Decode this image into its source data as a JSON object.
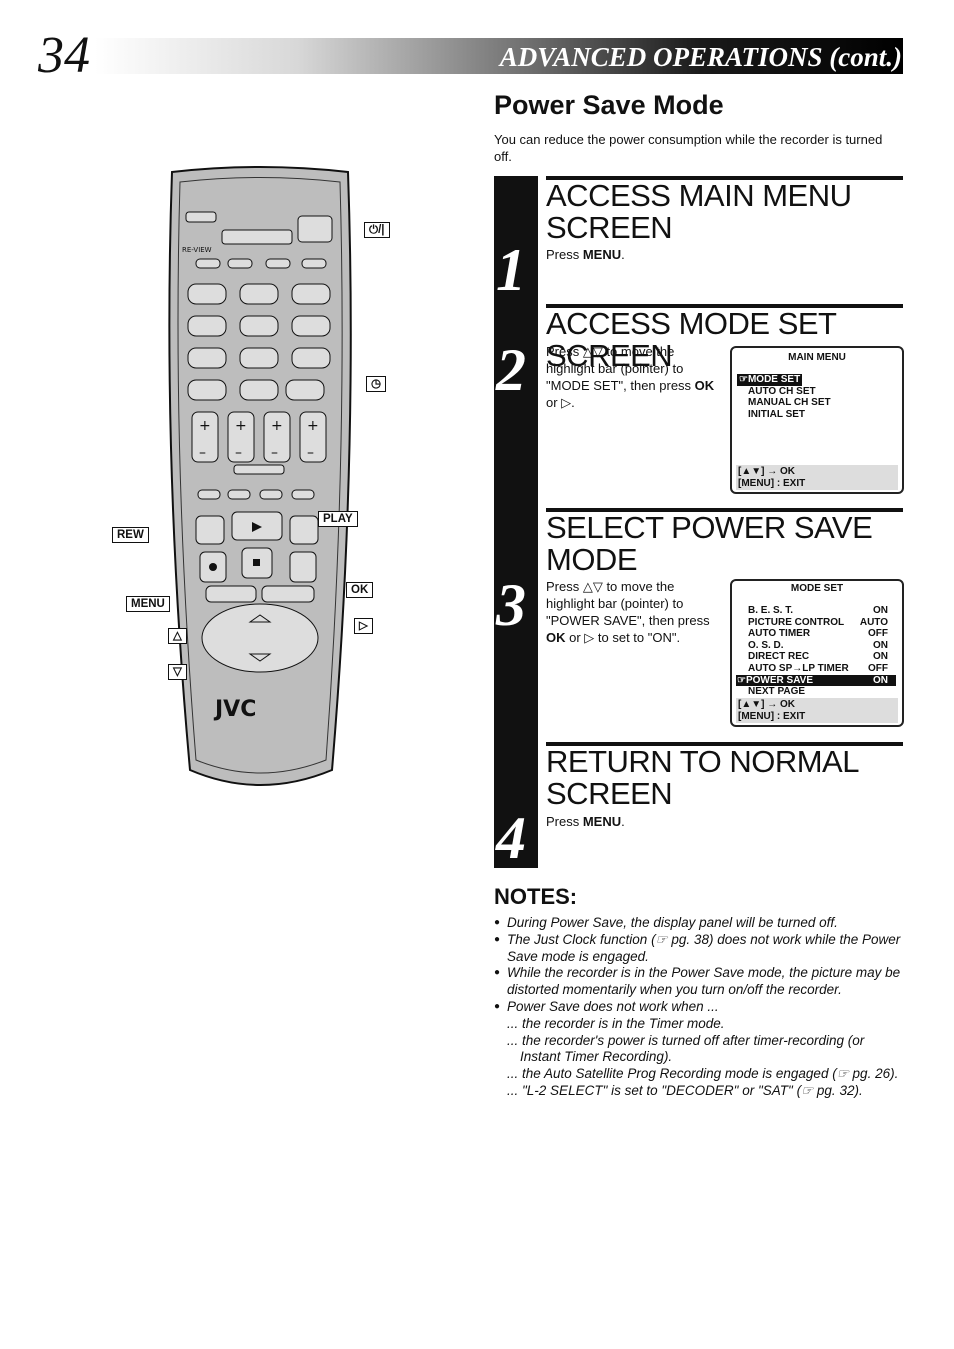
{
  "header": {
    "page_number": "34",
    "title": "ADVANCED OPERATIONS (cont.)"
  },
  "section": {
    "title": "Power Save Mode",
    "intro": "You can reduce the power consumption while the recorder is turned off."
  },
  "steps": [
    {
      "number": "1",
      "heading": "ACCESS MAIN MENU SCREEN",
      "text_prefix": "Press ",
      "text_bold": "MENU",
      "text_suffix": "."
    },
    {
      "number": "2",
      "heading": "ACCESS MODE SET SCREEN",
      "text_1": "Press △▽ to move the highlight bar (pointer) to \"MODE SET\", then press ",
      "text_bold": "OK",
      "text_2": " or ▷."
    },
    {
      "number": "3",
      "heading": "SELECT POWER SAVE MODE",
      "text_1": "Press △▽ to move the highlight bar (pointer) to \"POWER SAVE\", then press ",
      "text_bold": "OK",
      "text_2": " or ▷ to set to \"ON\"."
    },
    {
      "number": "4",
      "heading": "RETURN TO NORMAL SCREEN",
      "text_prefix": "Press ",
      "text_bold": "MENU",
      "text_suffix": "."
    }
  ],
  "main_menu": {
    "title": "MAIN MENU",
    "items": [
      "☞MODE SET",
      "AUTO CH SET",
      "MANUAL CH SET",
      "INITIAL SET"
    ],
    "footer_1": "[▲▼] → OK",
    "footer_2": "[MENU] : EXIT"
  },
  "mode_set": {
    "title": "MODE SET",
    "rows": [
      {
        "label": "B. E. S. T.",
        "value": "ON"
      },
      {
        "label": "PICTURE CONTROL",
        "value": "AUTO"
      },
      {
        "label": "AUTO TIMER",
        "value": "OFF"
      },
      {
        "label": "O. S. D.",
        "value": "ON"
      },
      {
        "label": "DIRECT REC",
        "value": "ON"
      },
      {
        "label": "AUTO SP→LP TIMER",
        "value": "OFF"
      },
      {
        "label": "☞POWER SAVE",
        "value": "ON"
      },
      {
        "label": "NEXT PAGE",
        "value": ""
      }
    ],
    "footer_1": "[▲▼] → OK",
    "footer_2": "[MENU] : EXIT"
  },
  "notes": {
    "title": "NOTES:",
    "items": [
      "During Power Save, the display panel will be turned off.",
      "The Just Clock function (☞ pg. 38) does not work while the Power Save mode is engaged.",
      "While the recorder is in the Power Save mode, the picture may be distorted momentarily when you turn on/off the recorder.",
      "Power Save does not work when ..."
    ],
    "sub_items": [
      "... the recorder is in the Timer mode.",
      "... the recorder's power is turned off after timer-recording (or Instant Timer Recording).",
      "... the Auto Satellite Prog Recording mode is engaged (☞ pg. 26).",
      "... \"L-2 SELECT\" is set to \"DECODER\" or \"SAT\" (☞ pg. 32)."
    ]
  },
  "remote": {
    "brand": "JVC",
    "review_label": "RE-VIEW",
    "labels": {
      "power": "⏻/|",
      "timer": "◷",
      "rew": "REW",
      "play": "PLAY",
      "ok": "OK",
      "menu": "MENU",
      "up": "△",
      "down": "▽",
      "right": "▷"
    }
  }
}
